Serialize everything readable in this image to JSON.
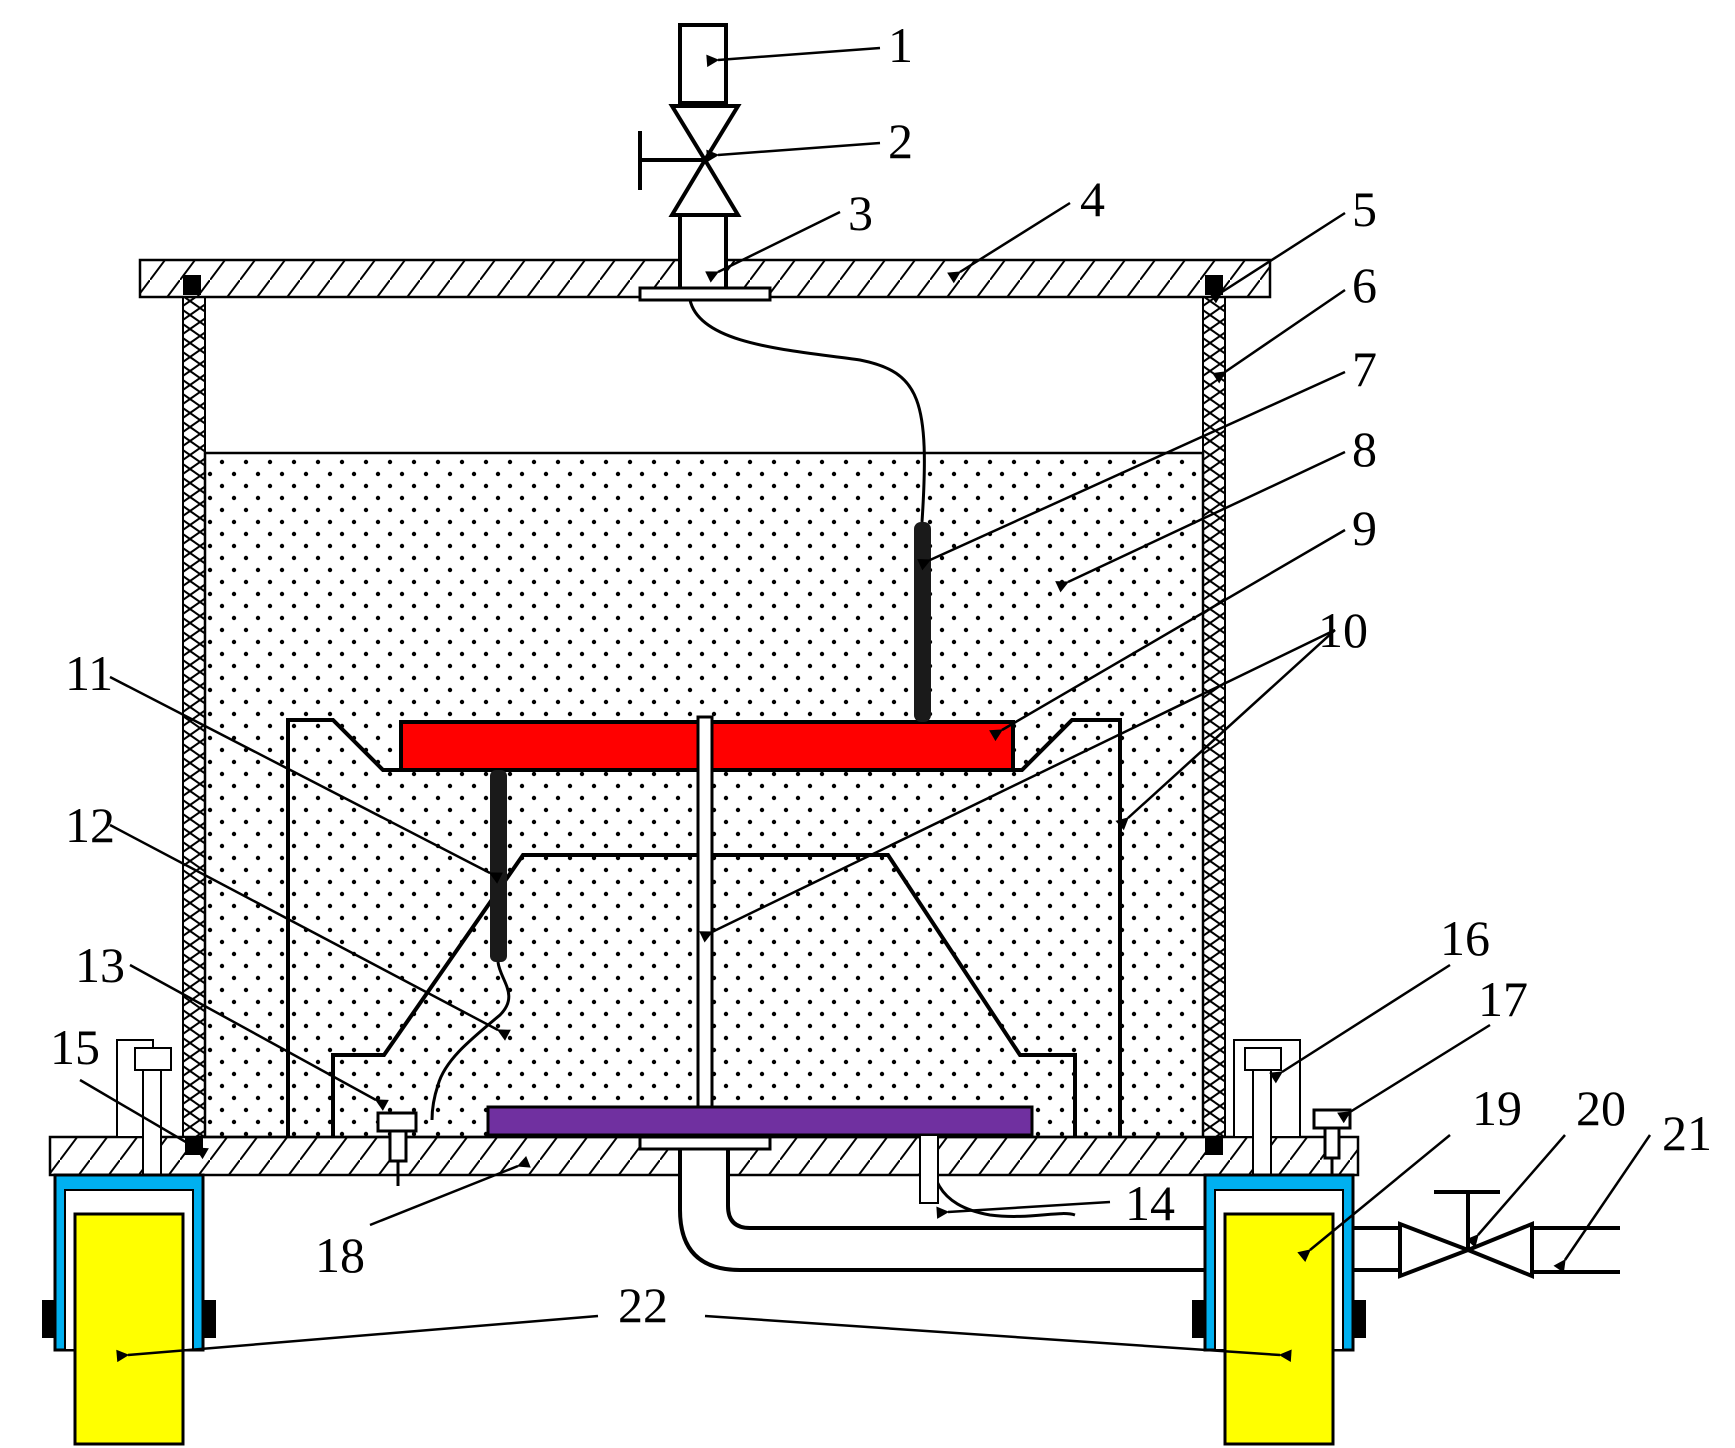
{
  "labels": {
    "l1": "1",
    "l2": "2",
    "l3": "3",
    "l4": "4",
    "l5": "5",
    "l6": "6",
    "l7": "7",
    "l8": "8",
    "l9": "9",
    "l10": "10",
    "l11": "11",
    "l12": "12",
    "l13": "13",
    "l14": "14",
    "l15": "15",
    "l16": "16",
    "l17": "17",
    "l18": "18",
    "l19": "19",
    "l20": "20",
    "l21": "21",
    "l22": "22"
  },
  "colors": {
    "upper_plate": "#ff0000",
    "lower_plate": "#7030a0",
    "wheel": "#ffff00",
    "wheel_bracket": "#00b0f0",
    "line": "#000000"
  }
}
